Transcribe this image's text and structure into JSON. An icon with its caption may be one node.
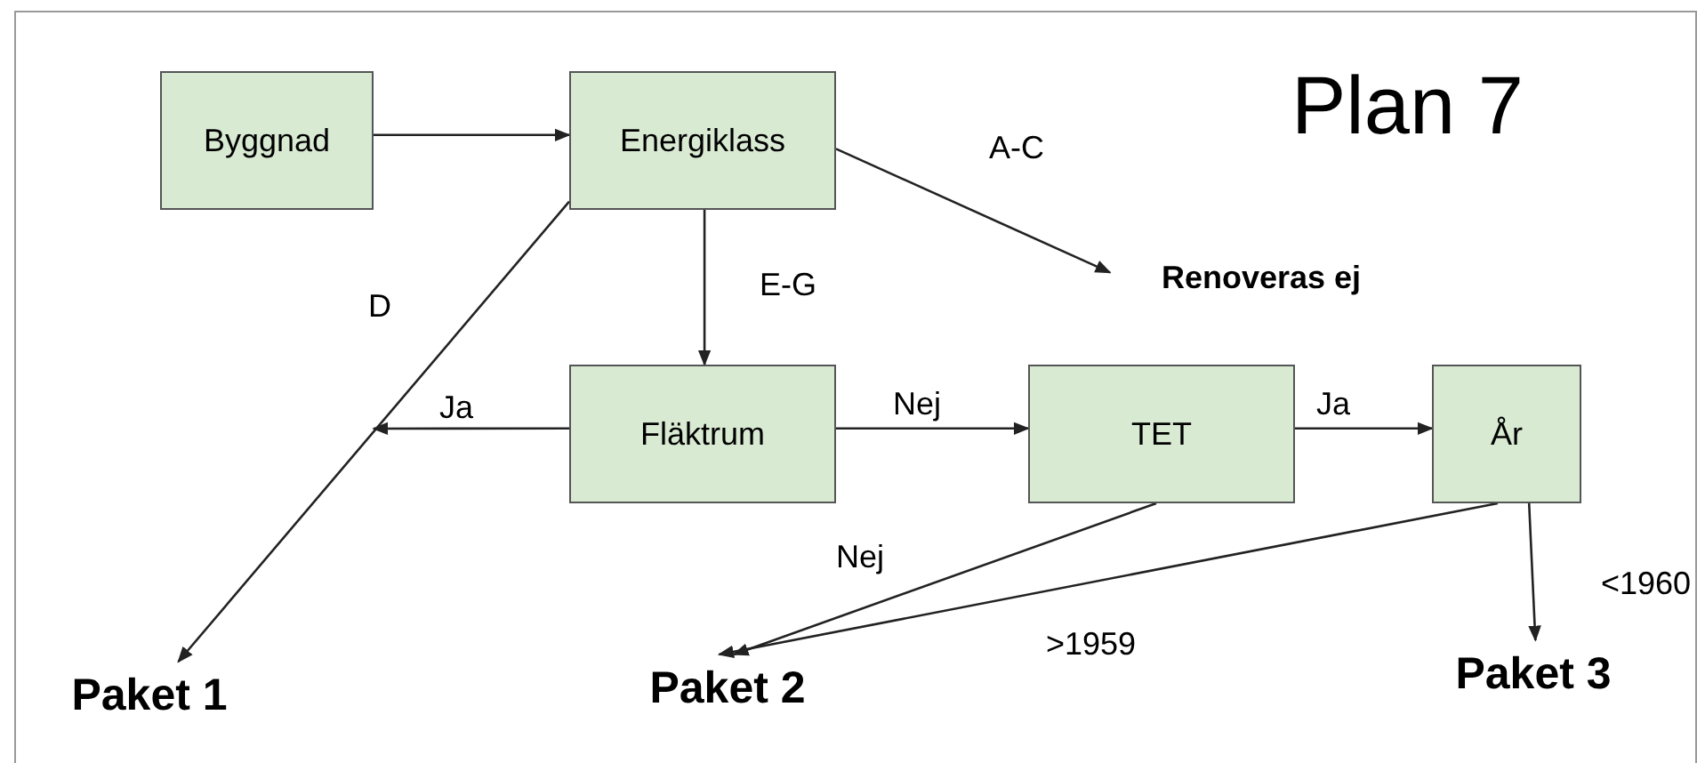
{
  "diagram": {
    "title": "Plan 7",
    "nodes": [
      {
        "text": [
          "Byggnad"
        ]
      },
      {
        "text": [
          "Energiklass"
        ]
      },
      {
        "text": [
          "Renoveras ej"
        ]
      },
      {
        "text": [
          "Fläktrum"
        ]
      },
      {
        "text": [
          "TET"
        ]
      },
      {
        "text": [
          "År"
        ]
      },
      {
        "text": [
          "Paket 1"
        ]
      },
      {
        "text": [
          "Paket 2"
        ]
      },
      {
        "text": [
          "Paket 3"
        ]
      }
    ],
    "edges": [
      {
        "from": 0,
        "to": 1,
        "arrow": "to"
      },
      {
        "from": 1,
        "to": 2,
        "arrow": "to",
        "label": "A-C"
      },
      {
        "from": 1,
        "to": 6,
        "arrow": "to",
        "label": "D"
      },
      {
        "from": 1,
        "to": 3,
        "arrow": "to",
        "label": "E-G"
      },
      {
        "from": 3,
        "to": null,
        "arrow": "to",
        "label": "Ja"
      },
      {
        "from": 3,
        "to": 4,
        "arrow": "to",
        "label": "Nej"
      },
      {
        "from": 4,
        "to": 5,
        "arrow": "to",
        "label": "Ja"
      },
      {
        "from": 4,
        "to": 7,
        "arrow": "to",
        "label": "Nej"
      },
      {
        "from": 5,
        "to": 7,
        "arrow": "to",
        "label": ">1959"
      },
      {
        "from": 5,
        "to": 8,
        "arrow": "to",
        "label": "<1960"
      }
    ]
  }
}
